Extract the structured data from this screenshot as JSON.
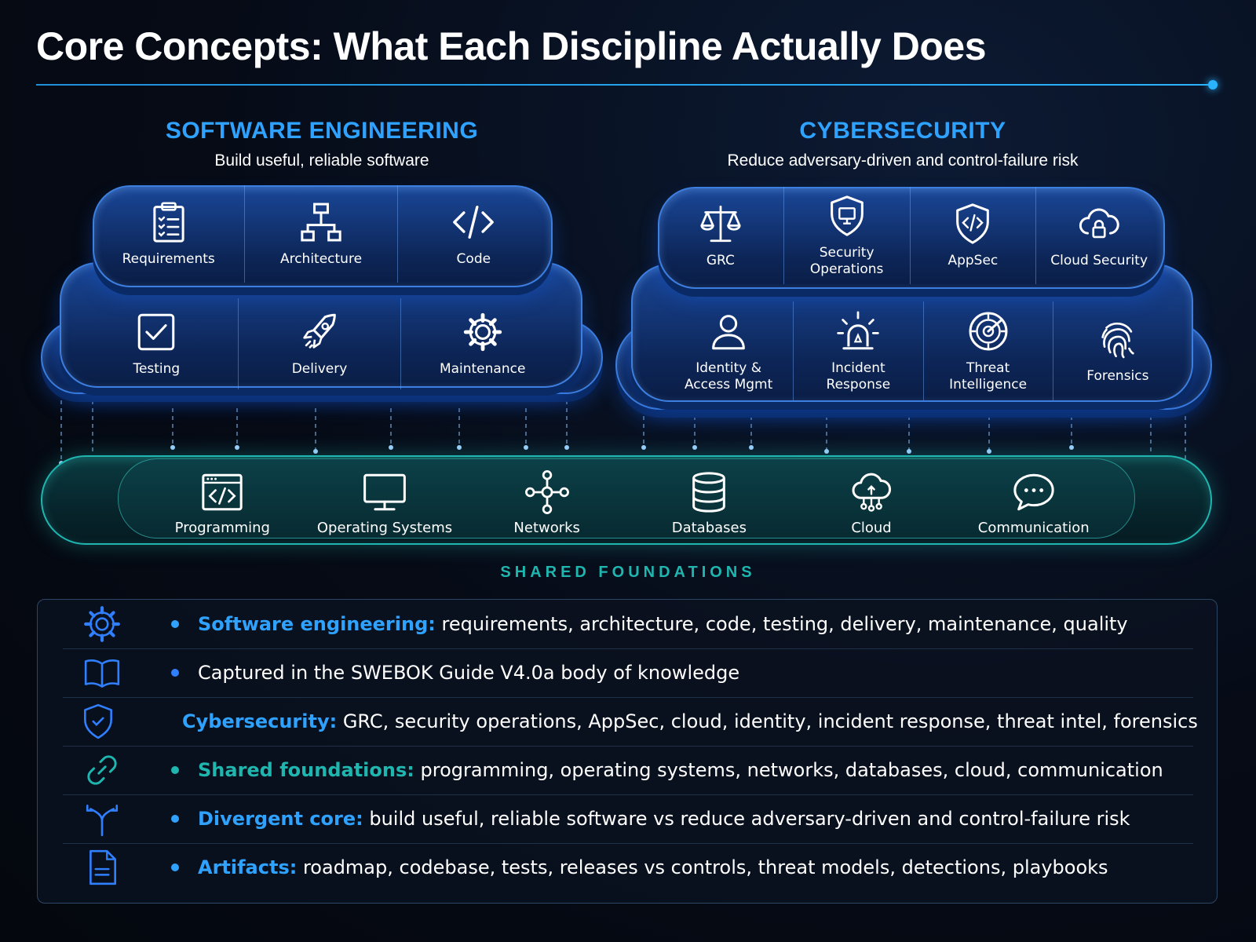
{
  "title": "Core Concepts: What Each Discipline Actually Does",
  "colors": {
    "accent": "#2fa2ff",
    "teal": "#1fb6b0",
    "background": "#060b16"
  },
  "software_engineering": {
    "heading": "SOFTWARE ENGINEERING",
    "subtitle": "Build useful, reliable software",
    "top_tier": [
      {
        "label": "Requirements",
        "icon": "clipboard-checklist-icon"
      },
      {
        "label": "Architecture",
        "icon": "hierarchy-icon"
      },
      {
        "label": "Code",
        "icon": "code-brackets-icon"
      }
    ],
    "bottom_tier": [
      {
        "label": "Testing",
        "icon": "checkbox-icon"
      },
      {
        "label": "Delivery",
        "icon": "rocket-icon"
      },
      {
        "label": "Maintenance",
        "icon": "gear-icon"
      }
    ]
  },
  "cybersecurity": {
    "heading": "CYBERSECURITY",
    "subtitle": "Reduce adversary-driven and control-failure risk",
    "top_tier": [
      {
        "label": "GRC",
        "icon": "scales-icon"
      },
      {
        "label": "Security Operations",
        "icon": "shield-monitor-icon"
      },
      {
        "label": "AppSec",
        "icon": "shield-code-icon"
      },
      {
        "label": "Cloud Security",
        "icon": "cloud-lock-icon"
      }
    ],
    "bottom_tier": [
      {
        "label_line1": "Identity &",
        "label_line2": "Access Mgmt",
        "icon": "user-icon"
      },
      {
        "label_line1": "Incident",
        "label_line2": "Response",
        "icon": "alarm-icon"
      },
      {
        "label_line1": "Threat",
        "label_line2": "Intelligence",
        "icon": "radar-icon"
      },
      {
        "label_line1": "Forensics",
        "label_line2": "",
        "icon": "fingerprint-icon"
      }
    ]
  },
  "shared_foundations": {
    "label": "SHARED FOUNDATIONS",
    "items": [
      {
        "label": "Programming",
        "icon": "code-window-icon"
      },
      {
        "label": "Operating Systems",
        "icon": "monitor-icon"
      },
      {
        "label": "Networks",
        "icon": "network-nodes-icon"
      },
      {
        "label": "Databases",
        "icon": "database-icon"
      },
      {
        "label": "Cloud",
        "icon": "cloud-network-icon"
      },
      {
        "label": "Communication",
        "icon": "chat-bubble-icon"
      }
    ]
  },
  "summary": [
    {
      "icon": "gear-icon",
      "keyword": "Software engineering:",
      "text": " requirements, architecture, code, testing, delivery, maintenance, quality",
      "color": "#2fa2ff"
    },
    {
      "icon": "book-icon",
      "keyword": "",
      "text": "Captured in the SWEBOK Guide V4.0a body of knowledge",
      "color": "#2fa2ff"
    },
    {
      "icon": "shield-check-icon",
      "keyword": "Cybersecurity:",
      "text": " GRC, security operations, AppSec, cloud, identity, incident response, threat intel, forensics",
      "color": "#2fa2ff"
    },
    {
      "icon": "link-icon",
      "keyword": "Shared foundations:",
      "text": " programming, operating systems, networks, databases, cloud, communication",
      "color": "#1fb6b0"
    },
    {
      "icon": "diverge-arrows-icon",
      "keyword": "Divergent core:",
      "text": " build useful, reliable software vs reduce adversary-driven and control-failure risk",
      "color": "#2fa2ff"
    },
    {
      "icon": "document-icon",
      "keyword": "Artifacts:",
      "text": " roadmap, codebase, tests, releases vs controls, threat models, detections, playbooks",
      "color": "#2fa2ff"
    }
  ]
}
